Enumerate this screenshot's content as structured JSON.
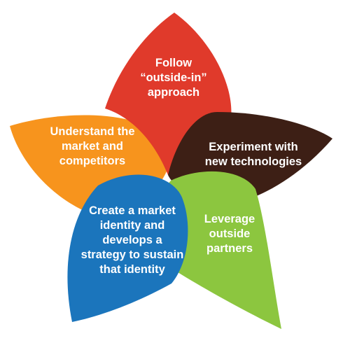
{
  "petals": [
    {
      "id": "orange",
      "label": "Understand the\nmarket and\ncompetitors",
      "color": "#F7941D"
    },
    {
      "id": "red",
      "label": "Follow\n“outside-in”\napproach",
      "color": "#E03A2B"
    },
    {
      "id": "brown",
      "label": "Experiment with\nnew technologies",
      "color": "#3D1F15"
    },
    {
      "id": "green",
      "label": "Leverage\noutside\npartners",
      "color": "#8CC63F"
    },
    {
      "id": "blue",
      "label": "Create a market\nidentity and\ndevelops a\nstrategy to sustain\nthat identity",
      "color": "#1B75BC"
    }
  ]
}
